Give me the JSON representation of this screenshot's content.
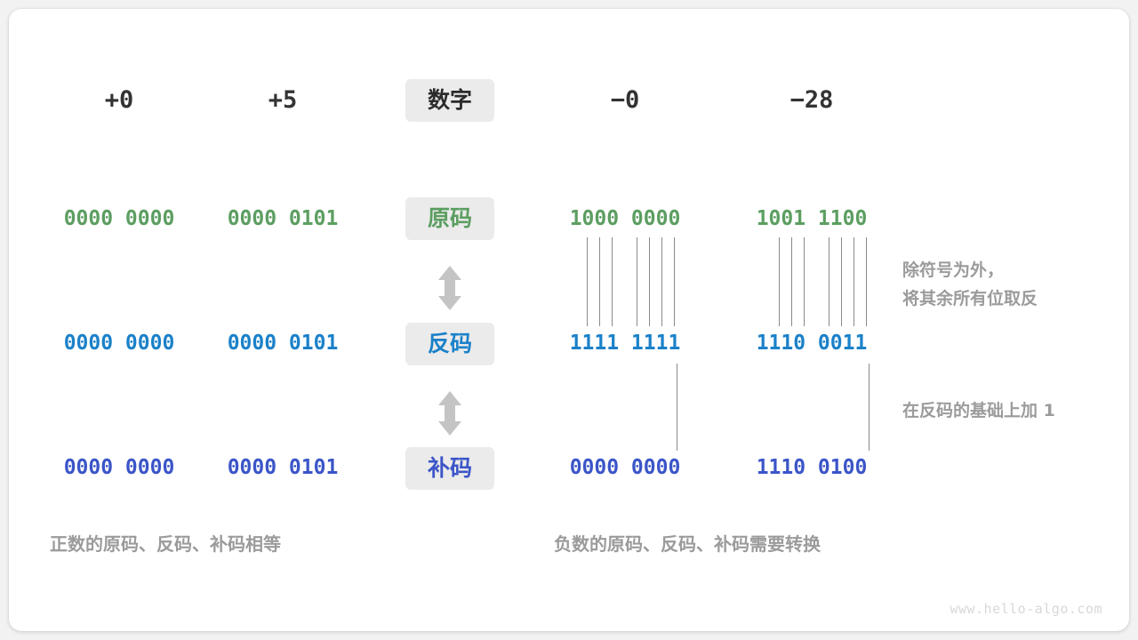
{
  "diagram": {
    "title_row": {
      "label": "数字",
      "columns": [
        {
          "name": "pos-zero",
          "value": "+0"
        },
        {
          "name": "pos-five",
          "value": "+5"
        },
        {
          "name": "neg-zero",
          "value": "−0"
        },
        {
          "name": "neg-28",
          "value": "−28"
        }
      ]
    },
    "rows": [
      {
        "key": "sign-magnitude",
        "label": "原码",
        "color": "#5c9e61",
        "color_class": "green",
        "values": {
          "pos_zero": "0000 0000",
          "pos_five": "0000 0101",
          "neg_zero": "1000 0000",
          "neg_28": "1001 1100"
        }
      },
      {
        "key": "ones-complement",
        "label": "反码",
        "color": "#1b81c9",
        "color_class": "blue",
        "values": {
          "pos_zero": "0000 0000",
          "pos_five": "0000 0101",
          "neg_zero": "1111 1111",
          "neg_28": "1110 0011"
        }
      },
      {
        "key": "twos-complement",
        "label": "补码",
        "color": "#3b55c8",
        "color_class": "navy",
        "values": {
          "pos_zero": "0000 0000",
          "pos_five": "0000 0101",
          "neg_zero": "0000 0000",
          "neg_28": "1110 0100"
        }
      }
    ],
    "annotations": [
      {
        "name": "invert-bits-note",
        "text": "除符号为外，\n将其余所有位取反"
      },
      {
        "name": "add-one-note",
        "text": "在反码的基础上加  1"
      }
    ],
    "captions": [
      {
        "name": "positive-caption",
        "text": "正数的原码、反码、补码相等"
      },
      {
        "name": "negative-caption",
        "text": "负数的原码、反码、补码需要转换"
      }
    ],
    "watermark": "www.hello-algo.com",
    "palette": {
      "background": "#f2f2f2",
      "card": "#ffffff",
      "pill_bg": "#ebebeb",
      "text_dark": "#333333",
      "text_muted": "#9b9b9b",
      "line": "#8a8a8a",
      "arrow": "#c4c4c4"
    }
  }
}
